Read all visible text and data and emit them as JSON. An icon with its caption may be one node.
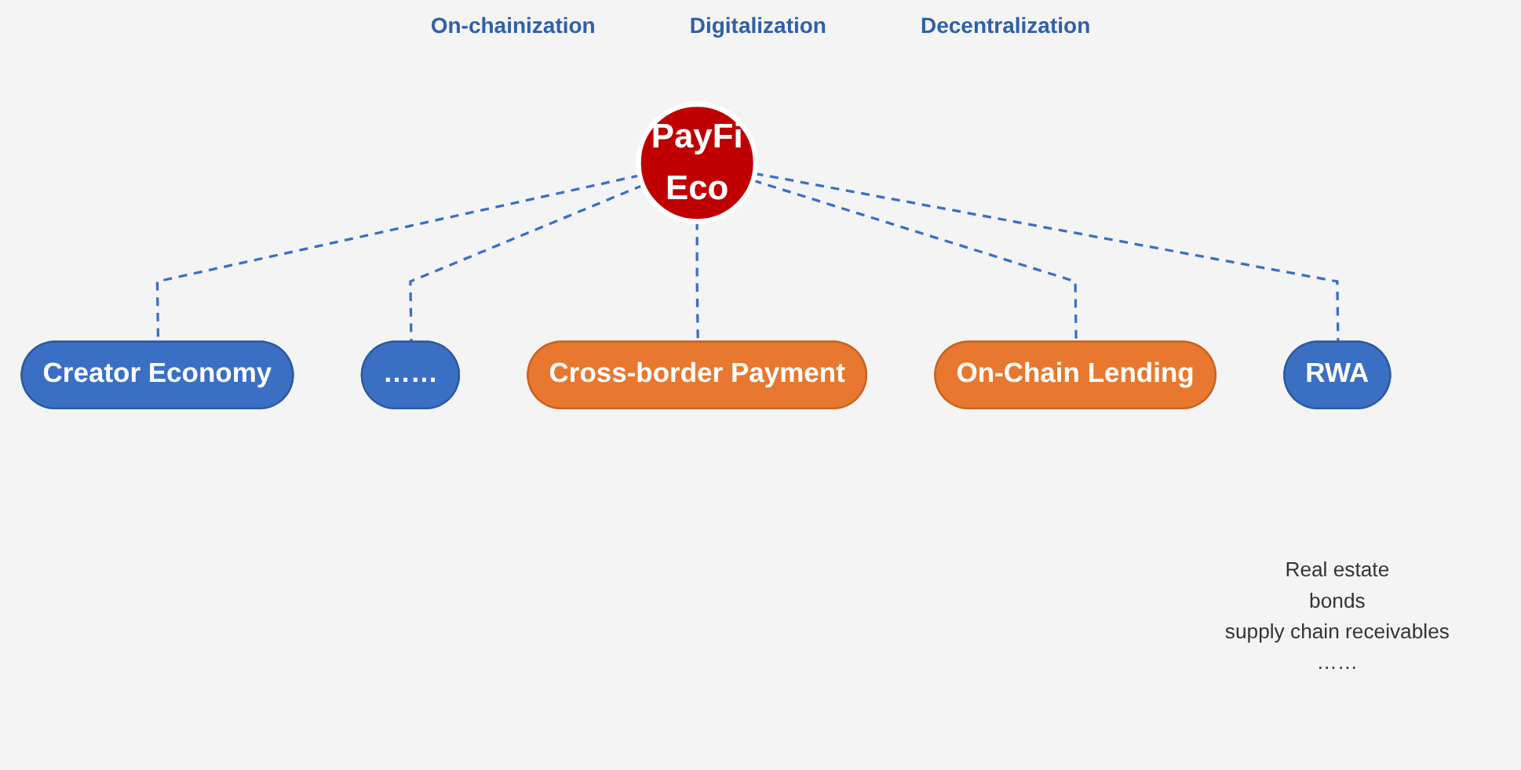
{
  "diagram": {
    "nodes": [
      {
        "text": [
          "PayFi",
          "Eco"
        ]
      },
      {
        "text": [
          "Creator Economy"
        ]
      },
      {
        "text": [
          "……"
        ]
      },
      {
        "text": [
          "Cross-border Payment"
        ]
      },
      {
        "text": [
          "On-Chain Lending"
        ]
      },
      {
        "text": [
          "RWA"
        ],
        "beside": [
          "Real estate",
          "bonds",
          "supply chain receivables",
          "……"
        ]
      }
    ],
    "edges": [
      {
        "from": 0,
        "to": 1,
        "arrow": "none",
        "style": "dashed"
      },
      {
        "from": 0,
        "to": 3,
        "arrow": "none",
        "style": "dashed"
      },
      {
        "from": 0,
        "to": 5,
        "arrow": "none",
        "style": "dashed"
      },
      {
        "from": 0,
        "to": 4,
        "arrow": "none",
        "style": "dashed"
      },
      {
        "from": 0,
        "to": 2,
        "arrow": "none",
        "style": "dashed"
      }
    ],
    "labels": [
      "On-chainization",
      "Digitalization",
      "Decentralization"
    ]
  }
}
